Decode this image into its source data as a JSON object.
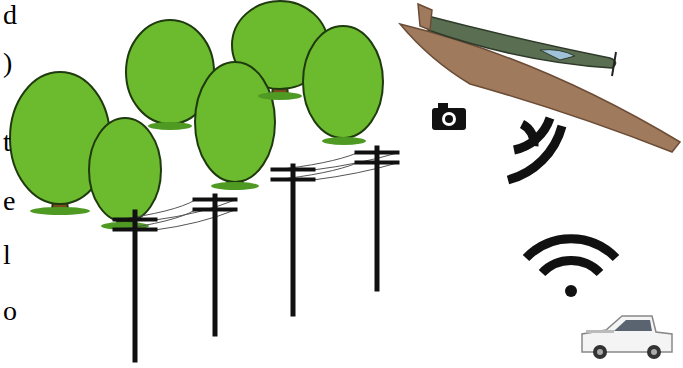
{
  "diagram": {
    "labels": [
      "d",
      ")",
      "t",
      "e",
      "l",
      "o"
    ]
  }
}
